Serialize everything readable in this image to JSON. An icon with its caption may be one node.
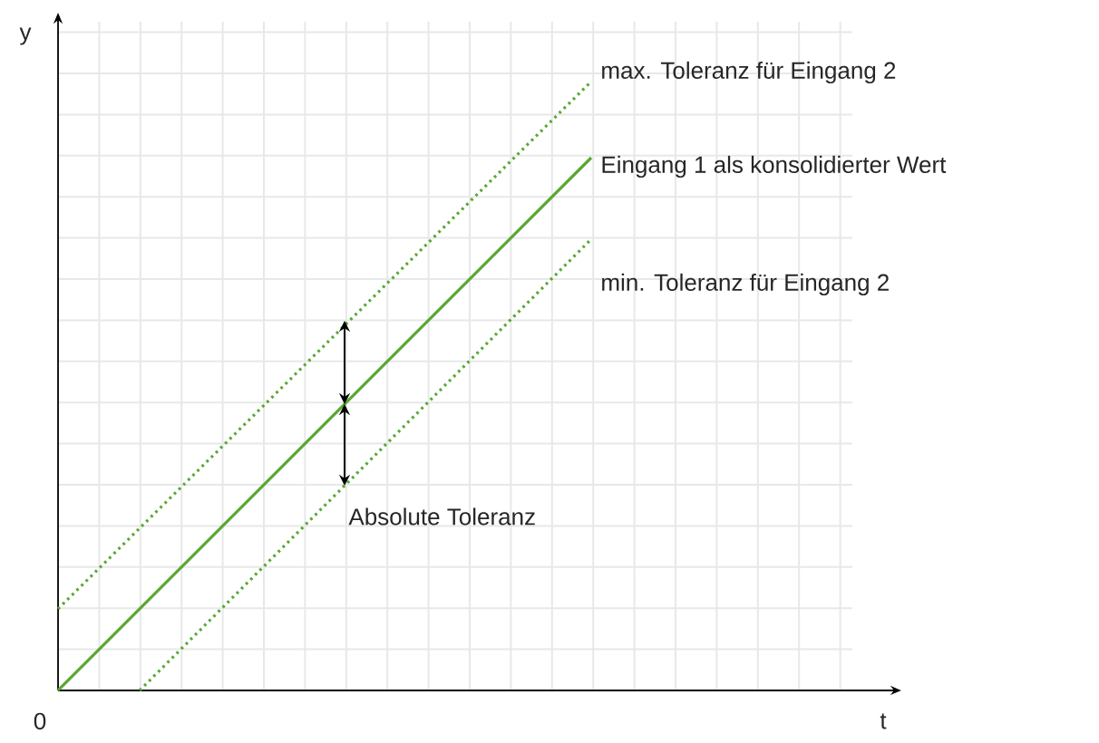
{
  "diagram": {
    "labels": [
      "y",
      "max. Toleranz für Eingang 2",
      "Eingang 1 als konsolidierter Wert",
      "min. Toleranz für Eingang 2",
      "Absolute Toleranz",
      "0",
      "t"
    ]
  }
}
